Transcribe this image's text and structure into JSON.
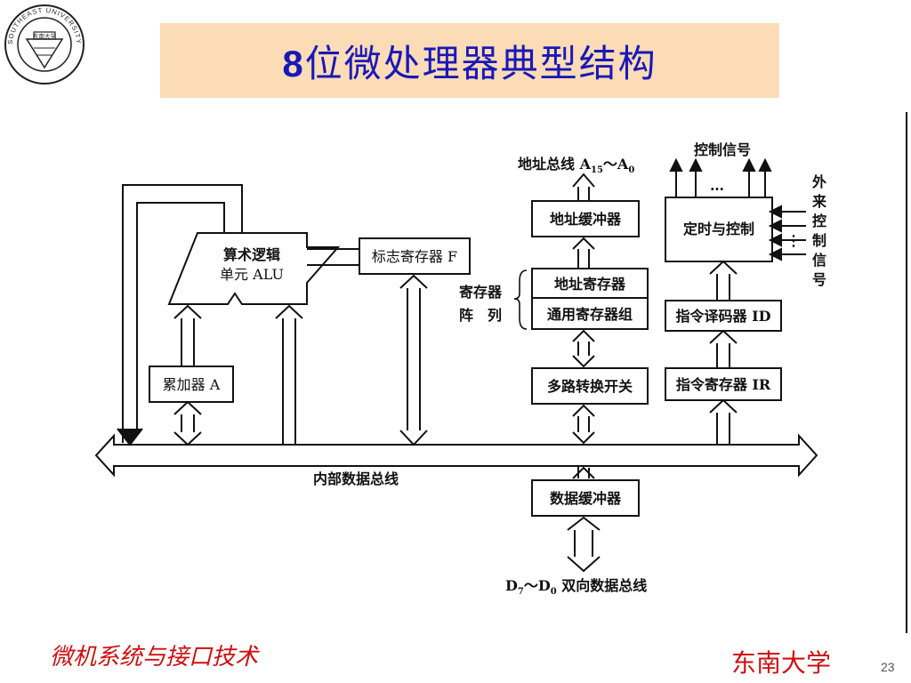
{
  "slide": {
    "title_number": "8",
    "title_text": "位微处理器典型结构",
    "footer_course": "微机系统与接口技术",
    "footer_university": "东南大学",
    "page_number": "23"
  },
  "logo": {
    "ring_text_top": "SOUTHEAST UNIVERSITY",
    "center_text": "东南大学"
  },
  "diagram": {
    "alu_line1": "算术逻辑",
    "alu_line2": "单元 ALU",
    "accumulator": "累加器 A",
    "flag_register": "标志寄存器 F",
    "address_bus_label": "地址总线 A",
    "address_bus_sub1": "15",
    "address_bus_tilde": "～A",
    "address_bus_sub2": "0",
    "address_buffer": "地址缓冲器",
    "address_register": "地址寄存器",
    "general_registers": "通用寄存器组",
    "register_array_line1": "寄存器",
    "register_array_line2": "阵　列",
    "multiplexer": "多路转换开关",
    "internal_bus": "内部数据总线",
    "data_buffer": "数据缓冲器",
    "data_bus_d1": "D",
    "data_bus_sub1": "7",
    "data_bus_tilde": "～D",
    "data_bus_sub2": "0",
    "data_bus_text": " 双向数据总线",
    "control_signals": "控制信号",
    "ellipsis": "…",
    "vellipsis": "⋮",
    "timing_control": "定时与控制",
    "external_control": [
      "外",
      "来",
      "控",
      "制",
      "信",
      "号"
    ],
    "instruction_decoder": "指令译码器 ID",
    "instruction_register": "指令寄存器 IR"
  }
}
